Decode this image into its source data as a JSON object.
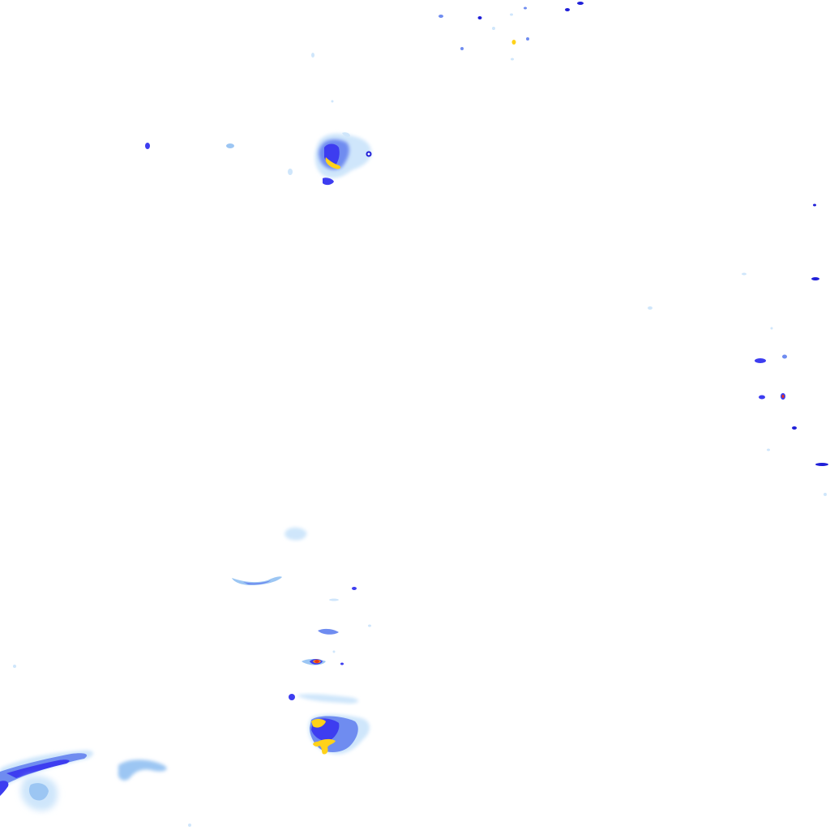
{
  "map": {
    "type": "precipitation-radar-tile",
    "background": "#ffffff",
    "colors": {
      "light": "#cfe6fb",
      "light_mid": "#9cc6f3",
      "mid": "#6f8cf0",
      "strong": "#3d3df0",
      "deep": "#1f1fd8",
      "heavy": "#ffd21a",
      "orange": "#ff9c1a",
      "extreme": "#e8341c"
    },
    "cells": [
      {
        "name": "cell-north-top-strip",
        "intensity": "mid"
      },
      {
        "name": "cell-north-center",
        "intensity": "heavy"
      },
      {
        "name": "cell-east-edge",
        "intensity": "extreme"
      },
      {
        "name": "cell-south-arc",
        "intensity": "mid"
      },
      {
        "name": "cell-south-center",
        "intensity": "extreme"
      },
      {
        "name": "cell-south-cluster",
        "intensity": "heavy"
      },
      {
        "name": "cell-southwest-band",
        "intensity": "mid"
      }
    ]
  }
}
